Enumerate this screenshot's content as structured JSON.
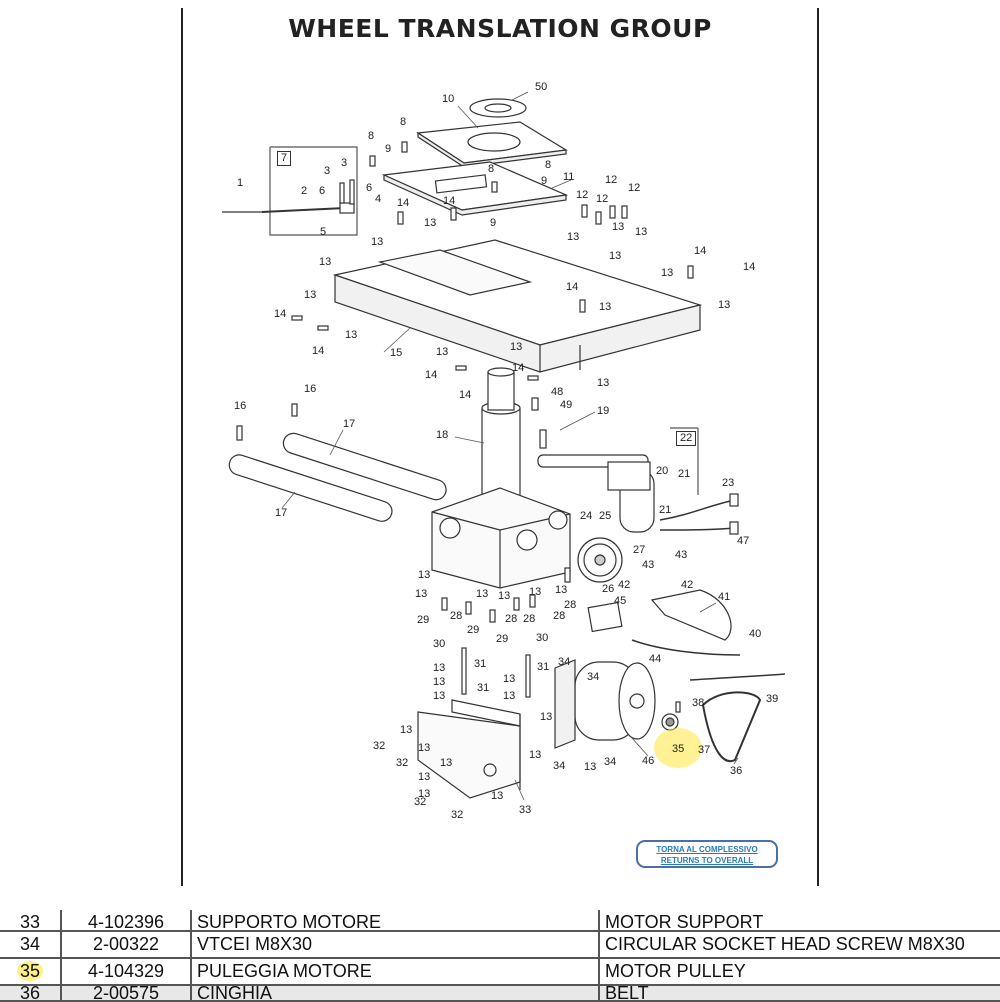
{
  "title": "WHEEL TRANSLATION GROUP",
  "return_button": {
    "line1": "TORNA AL COMPLESSIVO",
    "line2": "RETURNS TO OVERALL"
  },
  "highlighted_part": "35",
  "callouts": [
    {
      "id": "c50",
      "text": "50"
    },
    {
      "id": "c10",
      "text": "10"
    },
    {
      "id": "c8a",
      "text": "8"
    },
    {
      "id": "c8b",
      "text": "8"
    },
    {
      "id": "c9a",
      "text": "9"
    },
    {
      "id": "c8c",
      "text": "8"
    },
    {
      "id": "c8d",
      "text": "8"
    },
    {
      "id": "c9b",
      "text": "9"
    },
    {
      "id": "c11",
      "text": "11"
    },
    {
      "id": "c7",
      "text": "7"
    },
    {
      "id": "c3a",
      "text": "3"
    },
    {
      "id": "c3b",
      "text": "3"
    },
    {
      "id": "c1",
      "text": "1"
    },
    {
      "id": "c2",
      "text": "2"
    },
    {
      "id": "c6a",
      "text": "6"
    },
    {
      "id": "c6b",
      "text": "6"
    },
    {
      "id": "c4",
      "text": "4"
    },
    {
      "id": "c5",
      "text": "5"
    },
    {
      "id": "c14a",
      "text": "14"
    },
    {
      "id": "c13a",
      "text": "13"
    },
    {
      "id": "c14b",
      "text": "14"
    },
    {
      "id": "c13b",
      "text": "13"
    },
    {
      "id": "c13c",
      "text": "13"
    },
    {
      "id": "c9c",
      "text": "9"
    },
    {
      "id": "c12a",
      "text": "12"
    },
    {
      "id": "c12b",
      "text": "12"
    },
    {
      "id": "c12c",
      "text": "12"
    },
    {
      "id": "c12d",
      "text": "12"
    },
    {
      "id": "c13d",
      "text": "13"
    },
    {
      "id": "c13e",
      "text": "13"
    },
    {
      "id": "c13f",
      "text": "13"
    },
    {
      "id": "c13g",
      "text": "13"
    },
    {
      "id": "c14c",
      "text": "14"
    },
    {
      "id": "c13h",
      "text": "13"
    },
    {
      "id": "c14d",
      "text": "14"
    },
    {
      "id": "c13i",
      "text": "13"
    },
    {
      "id": "c13j",
      "text": "13"
    },
    {
      "id": "c14e",
      "text": "14"
    },
    {
      "id": "c14f",
      "text": "14"
    },
    {
      "id": "c13k",
      "text": "13"
    },
    {
      "id": "c14g",
      "text": "14"
    },
    {
      "id": "c13l",
      "text": "13"
    },
    {
      "id": "c15",
      "text": "15"
    },
    {
      "id": "c13m",
      "text": "13"
    },
    {
      "id": "c13n",
      "text": "13"
    },
    {
      "id": "c14h",
      "text": "14"
    },
    {
      "id": "c14i",
      "text": "14"
    },
    {
      "id": "c14j",
      "text": "14"
    },
    {
      "id": "c13o",
      "text": "13"
    },
    {
      "id": "c16a",
      "text": "16"
    },
    {
      "id": "c16b",
      "text": "16"
    },
    {
      "id": "c48",
      "text": "48"
    },
    {
      "id": "c49",
      "text": "49"
    },
    {
      "id": "c19",
      "text": "19"
    },
    {
      "id": "c17a",
      "text": "17"
    },
    {
      "id": "c18",
      "text": "18"
    },
    {
      "id": "c22",
      "text": "22"
    },
    {
      "id": "c20",
      "text": "20"
    },
    {
      "id": "c21a",
      "text": "21"
    },
    {
      "id": "c23",
      "text": "23"
    },
    {
      "id": "c21b",
      "text": "21"
    },
    {
      "id": "c17b",
      "text": "17"
    },
    {
      "id": "c47",
      "text": "47"
    },
    {
      "id": "c24",
      "text": "24"
    },
    {
      "id": "c25",
      "text": "25"
    },
    {
      "id": "c27",
      "text": "27"
    },
    {
      "id": "c43a",
      "text": "43"
    },
    {
      "id": "c43b",
      "text": "43"
    },
    {
      "id": "c13p",
      "text": "13"
    },
    {
      "id": "c13q",
      "text": "13"
    },
    {
      "id": "c13r",
      "text": "13"
    },
    {
      "id": "c13s",
      "text": "13"
    },
    {
      "id": "c13t",
      "text": "13"
    },
    {
      "id": "c13u",
      "text": "13"
    },
    {
      "id": "c26",
      "text": "26"
    },
    {
      "id": "c42a",
      "text": "42"
    },
    {
      "id": "c42b",
      "text": "42"
    },
    {
      "id": "c28a",
      "text": "28"
    },
    {
      "id": "c45",
      "text": "45"
    },
    {
      "id": "c41",
      "text": "41"
    },
    {
      "id": "c29a",
      "text": "29"
    },
    {
      "id": "c28b",
      "text": "28"
    },
    {
      "id": "c29b",
      "text": "29"
    },
    {
      "id": "c28c",
      "text": "28"
    },
    {
      "id": "c28d",
      "text": "28"
    },
    {
      "id": "c28e",
      "text": "28"
    },
    {
      "id": "c29c",
      "text": "29"
    },
    {
      "id": "c30a",
      "text": "30"
    },
    {
      "id": "c30b",
      "text": "30"
    },
    {
      "id": "c40",
      "text": "40"
    },
    {
      "id": "c44",
      "text": "44"
    },
    {
      "id": "c13v",
      "text": "13"
    },
    {
      "id": "c31a",
      "text": "31"
    },
    {
      "id": "c34a",
      "text": "34"
    },
    {
      "id": "c13w",
      "text": "13"
    },
    {
      "id": "c31b",
      "text": "31"
    },
    {
      "id": "c31c",
      "text": "31"
    },
    {
      "id": "c13x",
      "text": "13"
    },
    {
      "id": "c34b",
      "text": "34"
    },
    {
      "id": "c13y",
      "text": "13"
    },
    {
      "id": "c13z",
      "text": "13"
    },
    {
      "id": "c39",
      "text": "39"
    },
    {
      "id": "c38",
      "text": "38"
    },
    {
      "id": "c13aa",
      "text": "13"
    },
    {
      "id": "c13ab",
      "text": "13"
    },
    {
      "id": "c13ac",
      "text": "13"
    },
    {
      "id": "c32a",
      "text": "32"
    },
    {
      "id": "c13ad",
      "text": "13"
    },
    {
      "id": "c34c",
      "text": "34"
    },
    {
      "id": "c34d",
      "text": "34"
    },
    {
      "id": "c35",
      "text": "35"
    },
    {
      "id": "c37",
      "text": "37"
    },
    {
      "id": "c46",
      "text": "46"
    },
    {
      "id": "c36",
      "text": "36"
    },
    {
      "id": "c32b",
      "text": "32"
    },
    {
      "id": "c13ae",
      "text": "13"
    },
    {
      "id": "c13af",
      "text": "13"
    },
    {
      "id": "c13ag",
      "text": "13"
    },
    {
      "id": "c32c",
      "text": "32"
    },
    {
      "id": "c13ah",
      "text": "13"
    },
    {
      "id": "c33",
      "text": "33"
    },
    {
      "id": "c32d",
      "text": "32"
    },
    {
      "id": "c13ai",
      "text": "13"
    }
  ],
  "parts_table": {
    "rows": [
      {
        "num": "33",
        "code": "4-102396",
        "it": "SUPPORTO MOTORE",
        "en": "MOTOR SUPPORT"
      },
      {
        "num": "34",
        "code": "2-00322",
        "it": "VTCEI M8X30",
        "en": "CIRCULAR SOCKET HEAD SCREW M8X30"
      },
      {
        "num": "35",
        "code": "4-104329",
        "it": "PULEGGIA MOTORE",
        "en": "MOTOR PULLEY"
      },
      {
        "num": "36",
        "code": "2-00575",
        "it": "CINGHIA",
        "en": "BELT"
      }
    ]
  }
}
